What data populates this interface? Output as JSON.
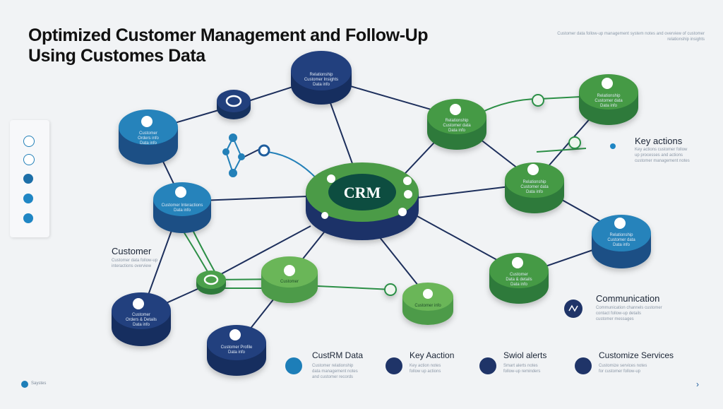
{
  "title": "Optimized Customer Management and Follow-Up Using Customes Data",
  "header_note": "Customer data follow-up management system notes and overview of customer relationship insights",
  "center": {
    "label": "CRM"
  },
  "node_texts": {
    "top": "Relationship\nCustomer Insights\nData info",
    "left_upper": "Customer\nOrders info\nData info",
    "left_mid": "Customer Interactions\nData info",
    "left_low": "Customer\nOrders & Details\nData info",
    "bottom_mid": "Customer Profile\nData info",
    "green_bottom": "Customer",
    "green_bottom2": "Customer info",
    "green_upper": "Relationship\nCustomer data\nData info",
    "green_top_right": "Relationship\nCustomer data\nData info",
    "green_right_mid": "Relationship\nCustomer data\nData info",
    "green_right_low": "Customer\nData & details\nData info",
    "blue_right": "Relationship\nCustomer data\nData info"
  },
  "labels": {
    "customer": {
      "title": "Customer",
      "note": "Customer data follow-up\ninteractions overview"
    },
    "key_actions": {
      "title": "Key actions",
      "note": "Key actions customer follow\nup processes and actions\ncustomer management notes"
    },
    "communication": {
      "title": "Communication",
      "note": "Communication channels customer\ncontact follow-up details\ncustomer messages"
    }
  },
  "bottom_items": [
    {
      "title": "CustRM Data",
      "note": "Customer relationship\ndata management notes\nand customer records"
    },
    {
      "title": "Key Aaction",
      "note": "Key action notes\nfollow up actions"
    },
    {
      "title": "Swiol alerts",
      "note": "Smart alerts notes\nfollow-up reminders"
    },
    {
      "title": "Customize Services",
      "note": "Customize services notes\nfor customer follow-up"
    }
  ],
  "footer": "Saystes",
  "next_glyph": "›",
  "colors": {
    "navy": "#213f7d",
    "blue": "#2380b8",
    "green": "#4a9a45",
    "crm_dark": "#0f4d40",
    "line": "#1d2f5c"
  }
}
